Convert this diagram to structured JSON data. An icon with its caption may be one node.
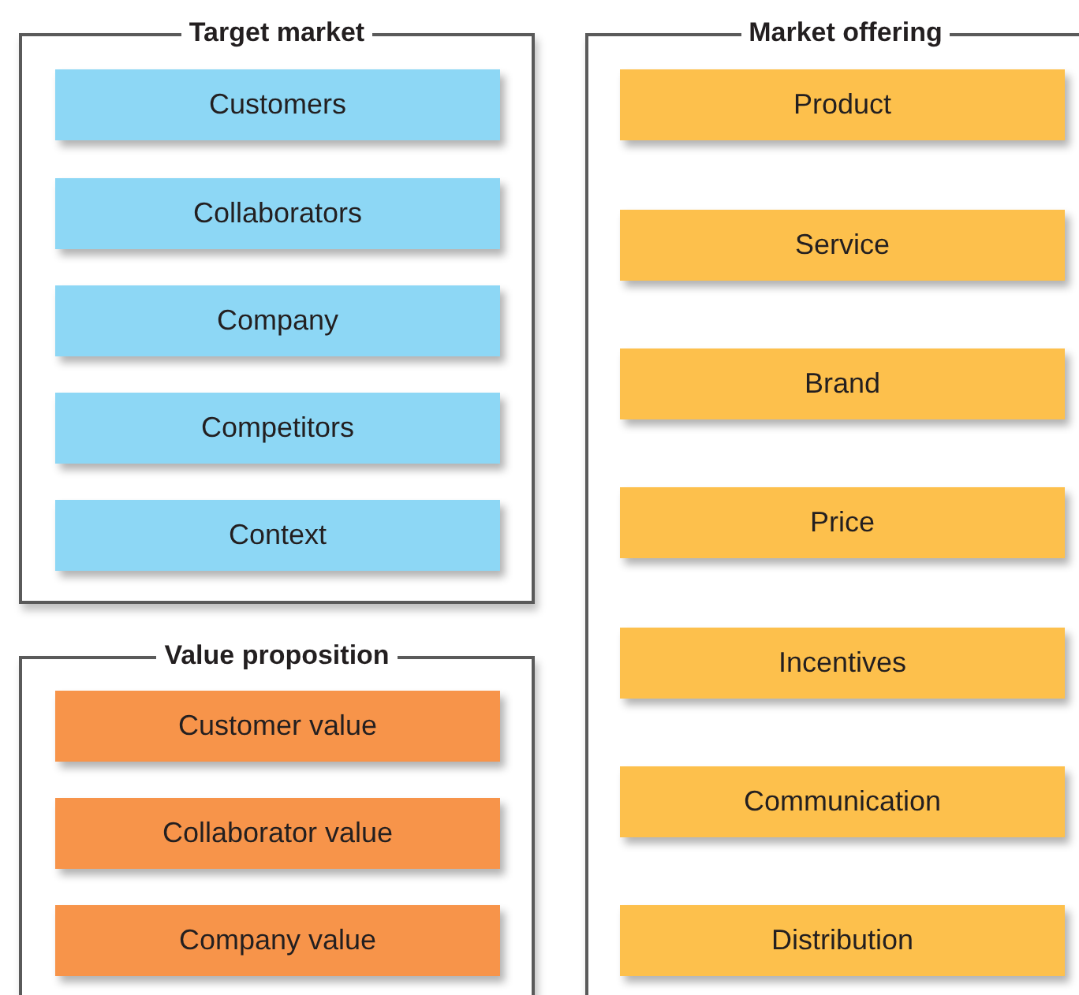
{
  "diagram": {
    "nodes": [
      {
        "text": [
          "Target market"
        ]
      },
      {
        "text": [
          "Customers"
        ],
        "in": 0
      },
      {
        "text": [
          "Collaborators"
        ],
        "in": 0
      },
      {
        "text": [
          "Company"
        ],
        "in": 0
      },
      {
        "text": [
          "Competitors"
        ],
        "in": 0
      },
      {
        "text": [
          "Context"
        ],
        "in": 0
      },
      {
        "text": [
          "Value proposition"
        ]
      },
      {
        "text": [
          "Customer value"
        ],
        "in": 6
      },
      {
        "text": [
          "Collaborator value"
        ],
        "in": 6
      },
      {
        "text": [
          "Company value"
        ],
        "in": 6
      },
      {
        "text": [
          "Market offering"
        ]
      },
      {
        "text": [
          "Product"
        ],
        "in": 10
      },
      {
        "text": [
          "Service"
        ],
        "in": 10
      },
      {
        "text": [
          "Brand"
        ],
        "in": 10
      },
      {
        "text": [
          "Price"
        ],
        "in": 10
      },
      {
        "text": [
          "Incentives"
        ],
        "in": 10
      },
      {
        "text": [
          "Communication"
        ],
        "in": 10
      },
      {
        "text": [
          "Distribution"
        ],
        "in": 10
      }
    ]
  }
}
